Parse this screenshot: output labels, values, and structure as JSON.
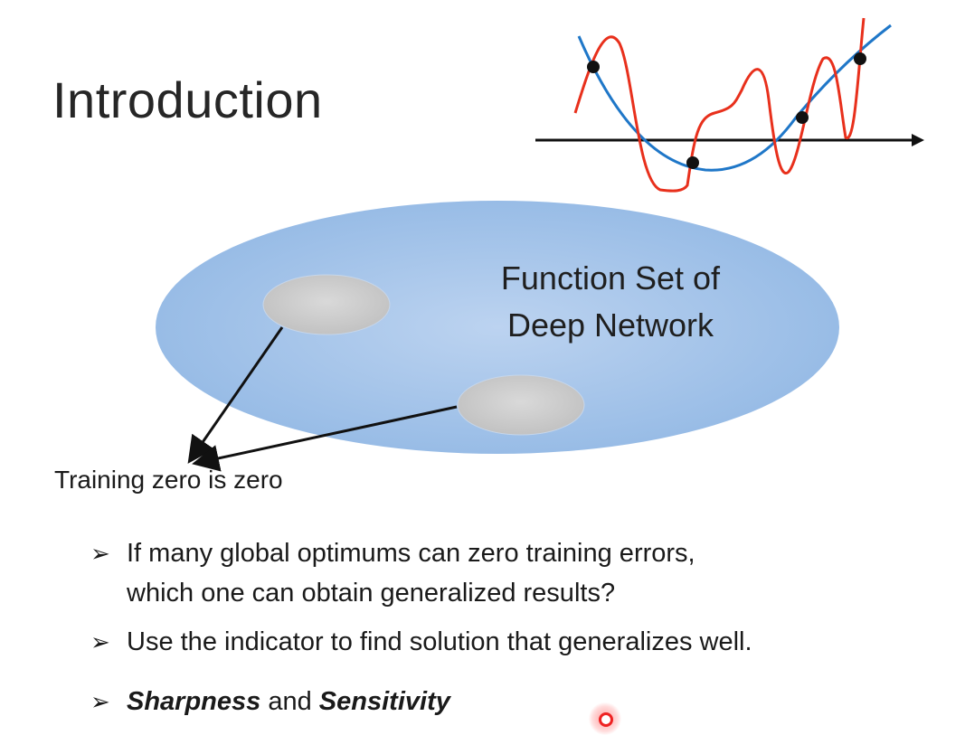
{
  "slide": {
    "title": "Introduction",
    "function_set_label_line1": "Function Set of",
    "function_set_label_line2": "Deep Network",
    "caption": "Training zero is zero",
    "bullets": [
      {
        "marker": "➢",
        "text_line1": "If many global optimums can zero training errors,",
        "text_line2": "which one can obtain generalized results?"
      },
      {
        "marker": "➢",
        "text": "Use the indicator to find solution that generalizes well."
      },
      {
        "marker": "➢",
        "bold1": "Sharpness",
        "middle": " and ",
        "bold2": "Sensitivity"
      }
    ]
  },
  "colors": {
    "ellipse_fill": "#a4c3ea",
    "small_ellipse_fill": "#cfcfcf",
    "blue_curve": "#1f77c8",
    "red_curve": "#e8301c",
    "cursor": "#ee2222"
  }
}
